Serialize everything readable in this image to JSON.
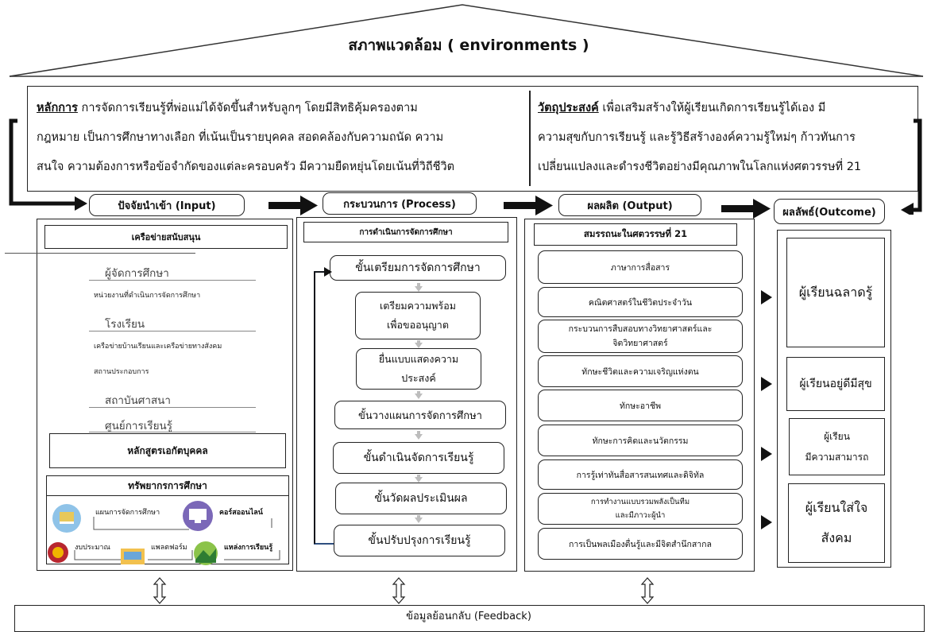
{
  "environment": {
    "title": "สภาพแวดล้อม ( environments )"
  },
  "principle": {
    "heading": "หลักการ",
    "line1": "การจัดการเรียนรู้ที่พ่อแม่ได้จัดขึ้นสำหรับลูกๆ โดยมีสิทธิคุ้มครองตาม",
    "line2": "กฎหมาย เป็นการศึกษาทางเลือก ที่เน้นเป็นรายบุคคล สอดคล้องกับความถนัด ความ",
    "line3": "สนใจ ความต้องการหรือข้อจำกัดของแต่ละครอบครัว มีความยืดหยุ่นโดยเน้นที่วิถีชีวิต"
  },
  "objective": {
    "heading": "วัตถุประสงค์",
    "line1": "เพื่อเสริมสร้างให้ผู้เรียนเกิดการเรียนรู้ได้เอง มี",
    "line2": "ความสุขกับการเรียนรู้ และรู้วิธีสร้างองค์ความรู้ใหม่ๆ ก้าวทันการ",
    "line3": "เปลี่ยนแปลงและดำรงชีวิตอย่างมีคุณภาพในโลกแห่งศตวรรษที่ 21"
  },
  "headers": {
    "input": "ปัจจัยนำเข้า (Input)",
    "process": "กระบวนการ (Process)",
    "output": "ผลผลิต (Output)",
    "outcome": "ผลลัพธ์(Outcome)"
  },
  "input_col": {
    "network_title": "เครือข่ายสนับสนุน",
    "network_items": [
      "ผู้จัดการศึกษา",
      "หน่วยงานที่ดำเนินการจัดการศึกษา",
      "โรงเรียน",
      "เครือข่ายบ้านเรียนและเครือข่ายทางสังคม",
      "สถานประกอบการ",
      "สถาบันศาสนา",
      "ศูนย์การเรียนรู้"
    ],
    "curriculum": "หลักสูตรเอกัตบุคคล",
    "resources_title": "ทรัพยากรการศึกษา",
    "resources": [
      "แผนการจัดการศึกษา",
      "คอร์สออนไลน์",
      "งบประมาณ",
      "แพลตฟอร์ม",
      "แหล่งการเรียนรู้"
    ]
  },
  "process_col": {
    "title": "การดำเนินการจัดการศึกษา",
    "steps": [
      "ขั้นเตรียมการจัดการศึกษา",
      "เตรียมความพร้อม",
      "เพื่อขออนุญาต",
      "ยื่นแบบแสดงความ",
      "ประสงค์",
      "ขั้นวางแผนการจัดการศึกษา",
      "ขั้นดำเนินจัดการเรียนรู้",
      "ขั้นวัดผลประเมินผล",
      "ขั้นปรับปรุงการเรียนรู้"
    ]
  },
  "output_col": {
    "title": "สมรรถนะในศตวรรษที่ 21",
    "items": [
      "ภาษาการสื่อสาร",
      "คณิตศาสตร์ในชีวิตประจำวัน",
      "กระบวนการสืบสอบทางวิทยาศาสตร์และ",
      "จิตวิทยาศาสตร์",
      "ทักษะชีวิตและความเจริญแห่งตน",
      "ทักษะอาชีพ",
      "ทักษะการคิดและนวัตกรรม",
      "การรู้เท่าทันสื่อสารสนเทศและดิจิทัล",
      "การทำงานแบบรวมพลังเป็นทีม",
      "และมีภาวะผู้นำ",
      "การเป็นพลเมืองตื่นรู้และมีจิตสำนึกสากล"
    ]
  },
  "outcome_col": {
    "items": [
      "ผู้เรียนฉลาดรู้",
      "ผู้เรียนอยู่ดีมีสุข",
      "ผู้เรียน",
      "มีความสามารถ",
      "ผู้เรียนใส่ใจ",
      "สังคม"
    ]
  },
  "feedback": {
    "label": "ข้อมูลย้อนกลับ (Feedback)"
  },
  "colors": {
    "line": "#222222",
    "connector_grey": "#bdbdbd",
    "process_arrow_blue": "#2f4f7f"
  }
}
